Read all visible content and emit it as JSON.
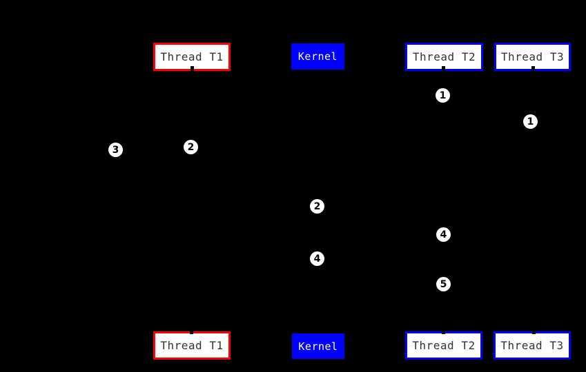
{
  "diagram": {
    "description": "Thread and kernel sequence diagram with numbered events",
    "background": "#000000"
  },
  "colors": {
    "background": "#000000",
    "t1_border": "#ff0000",
    "t2_t3_border": "#0000ff",
    "kernel_bg": "#0000ff",
    "kernel_text": "#ffffff",
    "thread_bg": "#ffffff",
    "thread_text": "#333333",
    "marker_bg": "#ffffff",
    "marker_text": "#000000",
    "stub": "#000000"
  },
  "nodes": {
    "top": [
      {
        "label": "Thread T1"
      },
      {
        "label": "Kernel"
      },
      {
        "label": "Thread T2"
      },
      {
        "label": "Thread T3"
      }
    ],
    "bottom": [
      {
        "label": "Thread T1"
      },
      {
        "label": "Kernel"
      },
      {
        "label": "Thread T2"
      },
      {
        "label": "Thread T3"
      }
    ]
  },
  "markers": [
    {
      "label": "1",
      "lane": "thread-t2"
    },
    {
      "label": "1",
      "lane": "thread-t3"
    },
    {
      "label": "2",
      "lane": "thread-t1"
    },
    {
      "label": "3",
      "lane": "left-of-thread-t1"
    },
    {
      "label": "2",
      "lane": "kernel"
    },
    {
      "label": "4",
      "lane": "thread-t2"
    },
    {
      "label": "4",
      "lane": "kernel"
    },
    {
      "label": "5",
      "lane": "thread-t2"
    }
  ]
}
